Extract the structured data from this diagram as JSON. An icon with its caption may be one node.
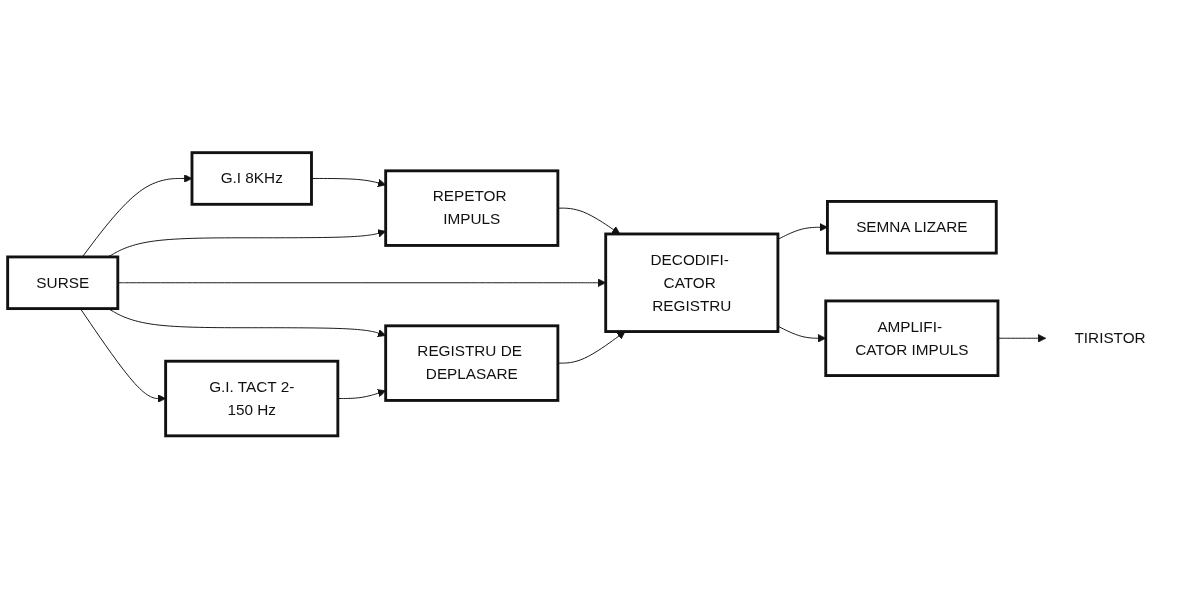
{
  "diagram": {
    "nodes": [
      {
        "text": [
          "G.I 8KHz"
        ]
      },
      {
        "text": [
          "REPETOR IMPULS"
        ]
      },
      {
        "text": [
          "SEMNA LIZARE"
        ]
      },
      {
        "text": [
          "SURSE"
        ]
      },
      {
        "text": [
          "DECODIFI- CATOR REGISTRU"
        ]
      },
      {
        "text": [
          "AMPLIFI- CATOR IMPULS"
        ]
      },
      {
        "text": [
          "TIRISTOR"
        ]
      },
      {
        "text": [
          "G.I. TACT 2-150 Hz"
        ]
      },
      {
        "text": [
          "REGISTRU DE DEPLASARE"
        ]
      }
    ],
    "edges": [
      {
        "from": 0,
        "to": 1,
        "arrow": "to"
      },
      {
        "from": 3,
        "to": 0,
        "arrow": "to"
      },
      {
        "from": 3,
        "to": 1,
        "arrow": "to"
      },
      {
        "from": 1,
        "to": 4,
        "arrow": "to"
      },
      {
        "from": 3,
        "to": 4,
        "arrow": "to"
      },
      {
        "from": 3,
        "to": 7,
        "arrow": "to"
      },
      {
        "from": 3,
        "to": 8,
        "arrow": "to"
      },
      {
        "from": 7,
        "to": 8,
        "arrow": "to"
      },
      {
        "from": 8,
        "to": 4,
        "arrow": "to"
      },
      {
        "from": 4,
        "to": 5,
        "arrow": "to"
      },
      {
        "from": 4,
        "to": 2,
        "arrow": "to"
      },
      {
        "from": 5,
        "to": 6,
        "arrow": "to"
      }
    ]
  }
}
